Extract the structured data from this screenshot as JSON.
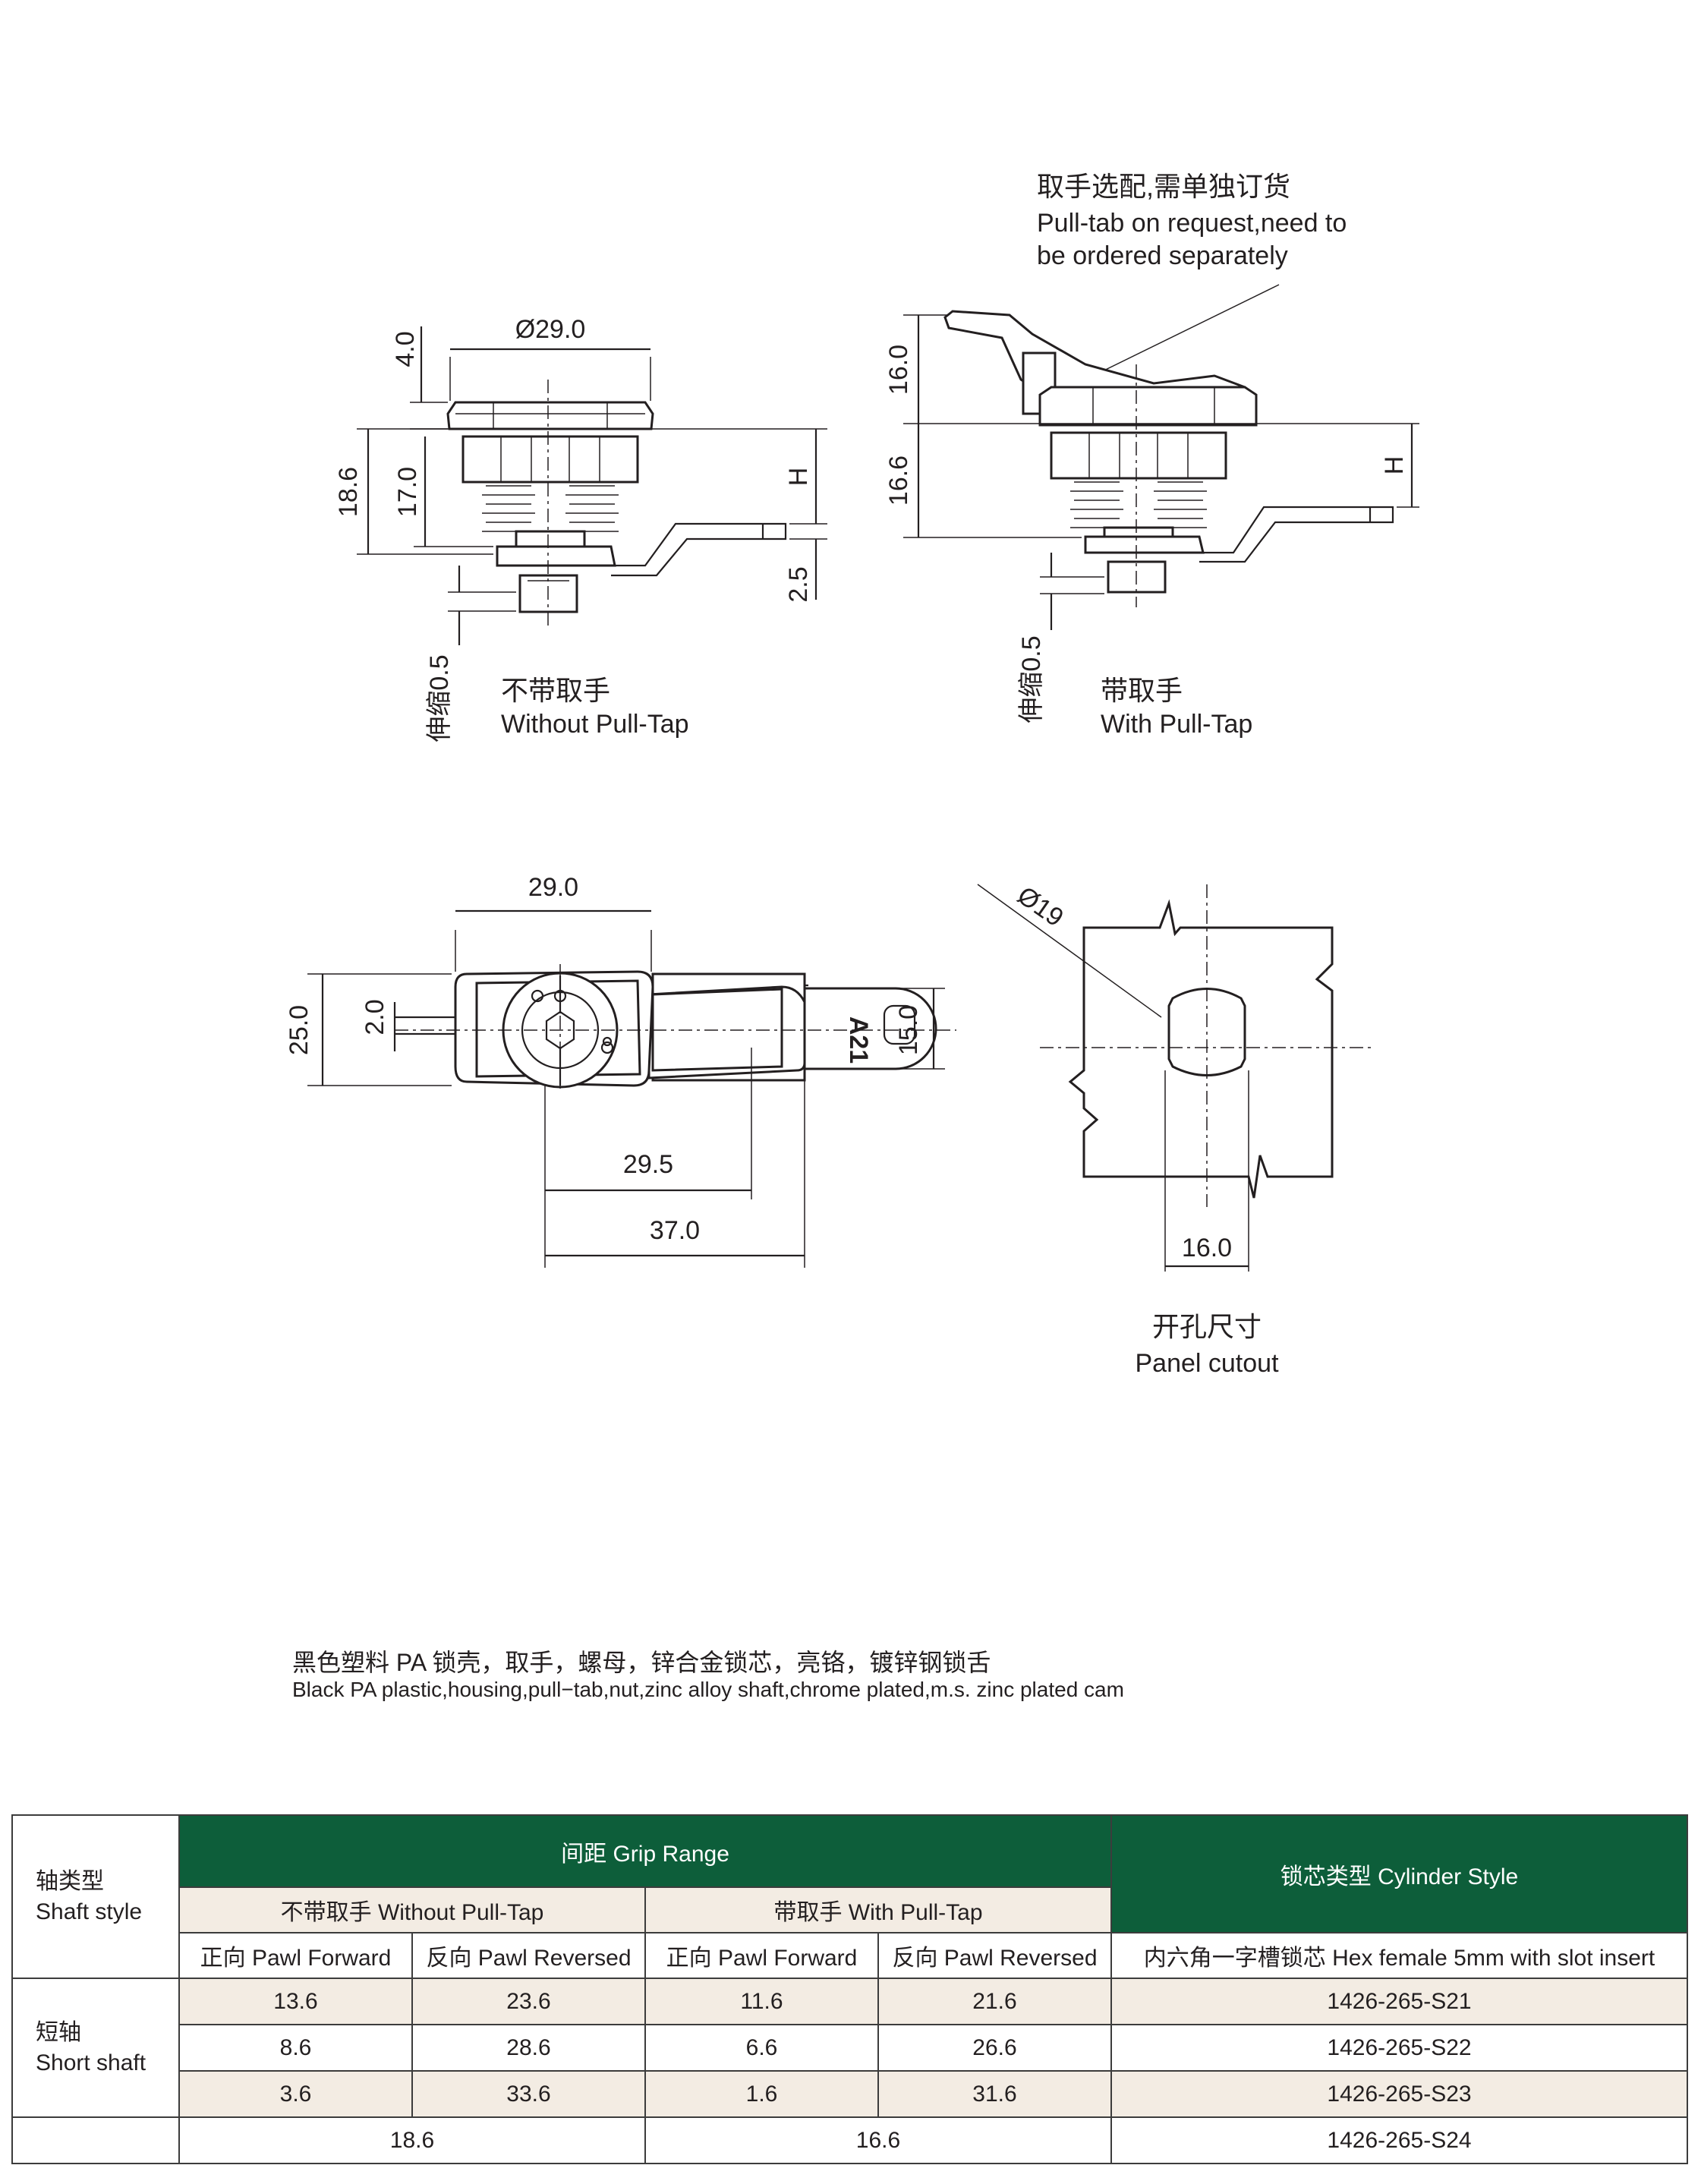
{
  "top_left": {
    "dims": {
      "dia": "Ø29.0",
      "h4": "4.0",
      "h186": "18.6",
      "h170": "17.0",
      "H": "H",
      "h25": "2.5",
      "stretch": "伸缩0.5"
    },
    "caption_cn": "不带取手",
    "caption_en": "Without Pull-Tap"
  },
  "top_right": {
    "note_cn": "取手选配,需单独订货",
    "note_en_1": "Pull-tab on request,need to",
    "note_en_2": "be ordered separately",
    "dims": {
      "h16": "16.0",
      "h166": "16.6",
      "H": "H",
      "stretch": "伸缩0.5"
    },
    "caption_cn": "带取手",
    "caption_en": "With Pull-Tap"
  },
  "front_view": {
    "dims": {
      "w29": "29.0",
      "h25": "25.0",
      "d2": "2.0",
      "w295": "29.5",
      "w37": "37.0",
      "h15": "15.0"
    },
    "cam_mark": "A21"
  },
  "cutout": {
    "dims": {
      "dia": "Ø19",
      "w16": "16.0"
    },
    "caption_cn": "开孔尺寸",
    "caption_en": "Panel cutout"
  },
  "material": {
    "cn": "黑色塑料 PA 锁壳，取手，螺母，锌合金锁芯，亮铬，镀锌钢锁舌",
    "en": "Black PA plastic,housing,pull−tab,nut,zinc alloy shaft,chrome plated,m.s. zinc plated cam"
  },
  "table": {
    "shaft_style_cn": "轴类型",
    "shaft_style_en": "Shaft style",
    "grip_range": "间距 Grip Range",
    "cylinder_style": "锁芯类型 Cylinder Style",
    "without": "不带取手 Without Pull-Tap",
    "with": "带取手 With Pull-Tap",
    "pawl_forward": "正向 Pawl Forward",
    "pawl_reversed": "反向 Pawl Reversed",
    "insert": "内六角一字槽锁芯 Hex female 5mm with slot insert",
    "short_shaft_cn": "短轴",
    "short_shaft_en": "Short shaft",
    "rows": [
      {
        "wo_fwd": "13.6",
        "wo_rev": "23.6",
        "w_fwd": "11.6",
        "w_rev": "21.6",
        "code": "1426-265-S21"
      },
      {
        "wo_fwd": "8.6",
        "wo_rev": "28.6",
        "w_fwd": "6.6",
        "w_rev": "26.6",
        "code": "1426-265-S22"
      },
      {
        "wo_fwd": "3.6",
        "wo_rev": "33.6",
        "w_fwd": "1.6",
        "w_rev": "31.6",
        "code": "1426-265-S23"
      }
    ],
    "last_row": {
      "without": "18.6",
      "with": "16.6",
      "code": "1426-265-S24"
    }
  }
}
